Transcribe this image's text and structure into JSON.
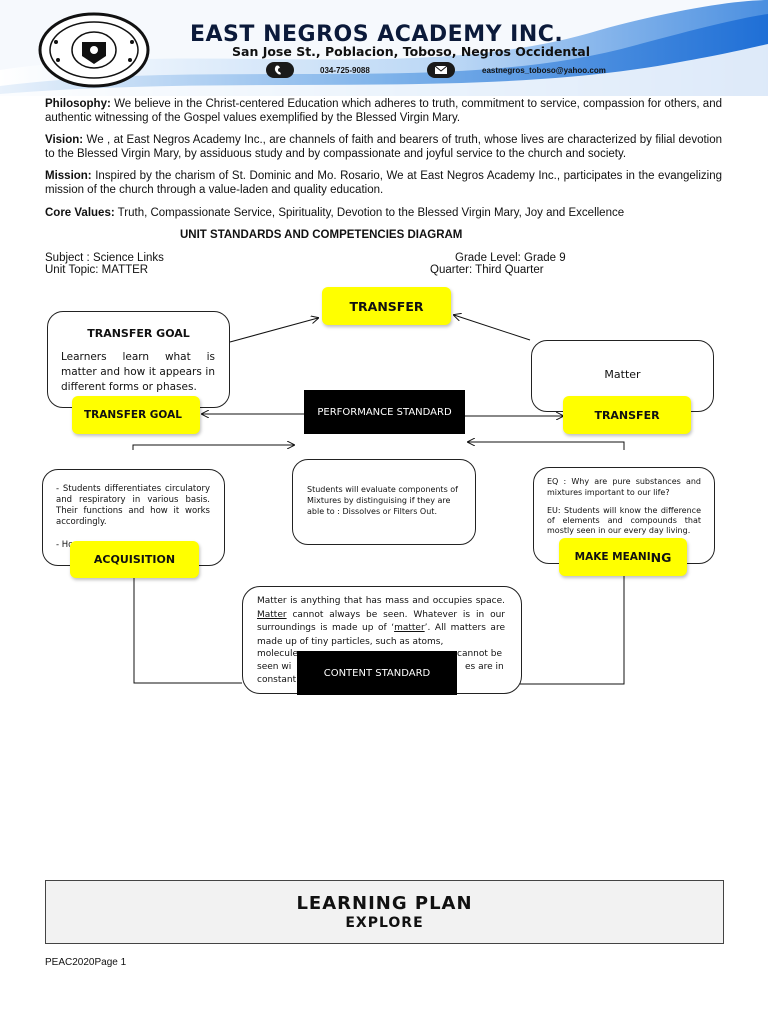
{
  "header": {
    "school_name": "EAST NEGROS ACADEMY INC.",
    "address": "San Jose St., Poblacion, Toboso, Negros Occidental",
    "phone": "034-725-9088",
    "email": "eastnegros_toboso@yahoo.com",
    "logo_icon": "school-seal-icon",
    "phone_icon": "phone-icon",
    "email_icon": "envelope-icon",
    "accent_color": "#1f6fd6"
  },
  "statements": {
    "philosophy_label": "Philosophy:",
    "philosophy_text": "We believe in the Christ-centered Education which adheres to truth, commitment to service, compassion for others, and authentic witnessing of the Gospel values exemplified by the Blessed Virgin Mary.",
    "vision_label": "Vision:",
    "vision_text": "We , at East Negros Academy Inc., are channels of faith and bearers of truth, whose lives are characterized by filial devotion to the Blessed Virgin Mary, by assiduous study and by compassionate and joyful service to the church and society.",
    "mission_label": "Mission:",
    "mission_text": "Inspired by the charism of St. Dominic and Mo. Rosario, We at East Negros Academy Inc., participates in the evangelizing mission of the church through a value-laden and quality education.",
    "core_label": "Core Values:",
    "core_text": "Truth, Compassionate Service, Spirituality, Devotion to the Blessed Virgin Mary, Joy and Excellence"
  },
  "diagram_title": "UNIT STANDARDS AND COMPETENCIES DIAGRAM",
  "meta": {
    "subject": "Subject :   Science Links",
    "grade": "Grade Level:   Grade 9",
    "topic": "Unit Topic: MATTER",
    "quarter": "Quarter: Third Quarter"
  },
  "diagram": {
    "transfer_top": "TRANSFER",
    "transfer_goal_heading": "TRANSFER GOAL",
    "transfer_goal_text": "Learners learn what is matter and how it appears in different forms or phases.",
    "transfer_goal_tag": "TRANSFER GOAL",
    "performance_standard": "PERFORMANCE STANDARD",
    "matter_label": "Matter",
    "transfer_right_tag": "TRANSFER",
    "acquisition_text": "- Students differentiates circulatory and respiratory in various basis. Their functions and how it works accordingly.",
    "acquisition_text_2": "- Ho",
    "acquisition_tag": "ACQUISITION",
    "performance_text": "Students will evaluate components of Mixtures by distinguising if they are able to : Dissolves or Filters Out.",
    "meaning_eq": "EQ : Why are pure substances and mixtures important to our life?",
    "meaning_eu": "EU: Students will know the difference of elements and compounds that mostly seen in our every day living.",
    "meaning_tag_a": "MAKE MEANI",
    "meaning_tag_b": "NG",
    "content_text_1": "Matter is anything that has mass and occupies space.",
    "content_word_matter": "Matter",
    "content_text_2": "cannot always be seen. Whatever is in our surroundings is made up of ‘",
    "content_word_matter2": "matter",
    "content_text_3": "’. All matters are made up of tiny particles, such as atoms,",
    "content_text_4a": "molecule",
    "content_text_4b": "cannot be",
    "content_text_5a": "seen wi",
    "content_text_5b": "es are in",
    "content_text_6": "constant",
    "content_standard": "CONTENT STANDARD"
  },
  "learning_plan": {
    "title": "LEARNING PLAN",
    "subtitle": "EXPLORE"
  },
  "footer": "PEAC2020Page 1"
}
